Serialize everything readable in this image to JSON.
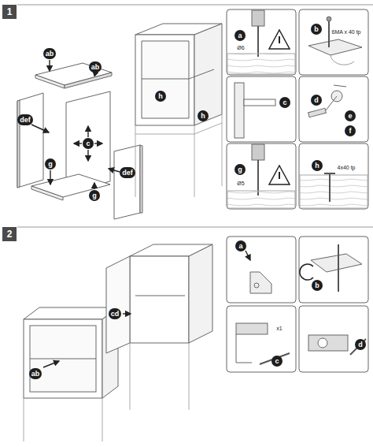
{
  "diagram": {
    "labels": [
      "1",
      "ab",
      "ab",
      "def",
      "c",
      "def",
      "g",
      "g",
      "h",
      "h",
      "a",
      "Ø6",
      "b",
      "6MA x 40 tp",
      "c",
      "d",
      "e",
      "f",
      "g",
      "Ø5",
      "h",
      "4x40 tp",
      "2",
      "ab",
      "cd",
      "a",
      "b",
      "x1",
      "c",
      "d"
    ]
  }
}
